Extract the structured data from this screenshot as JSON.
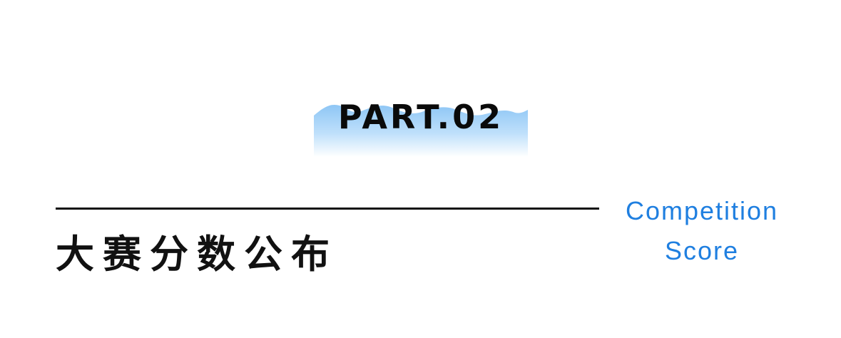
{
  "section": {
    "part_label": "PART.02",
    "heading": "大赛分数公布",
    "subtitle_line1": "Competition",
    "subtitle_line2": "Score"
  },
  "colors": {
    "accent_blue": "#1f7fe0",
    "wave_top": "#8ec6f5",
    "wave_bottom": "#ffffff",
    "text_dark": "#111111"
  }
}
